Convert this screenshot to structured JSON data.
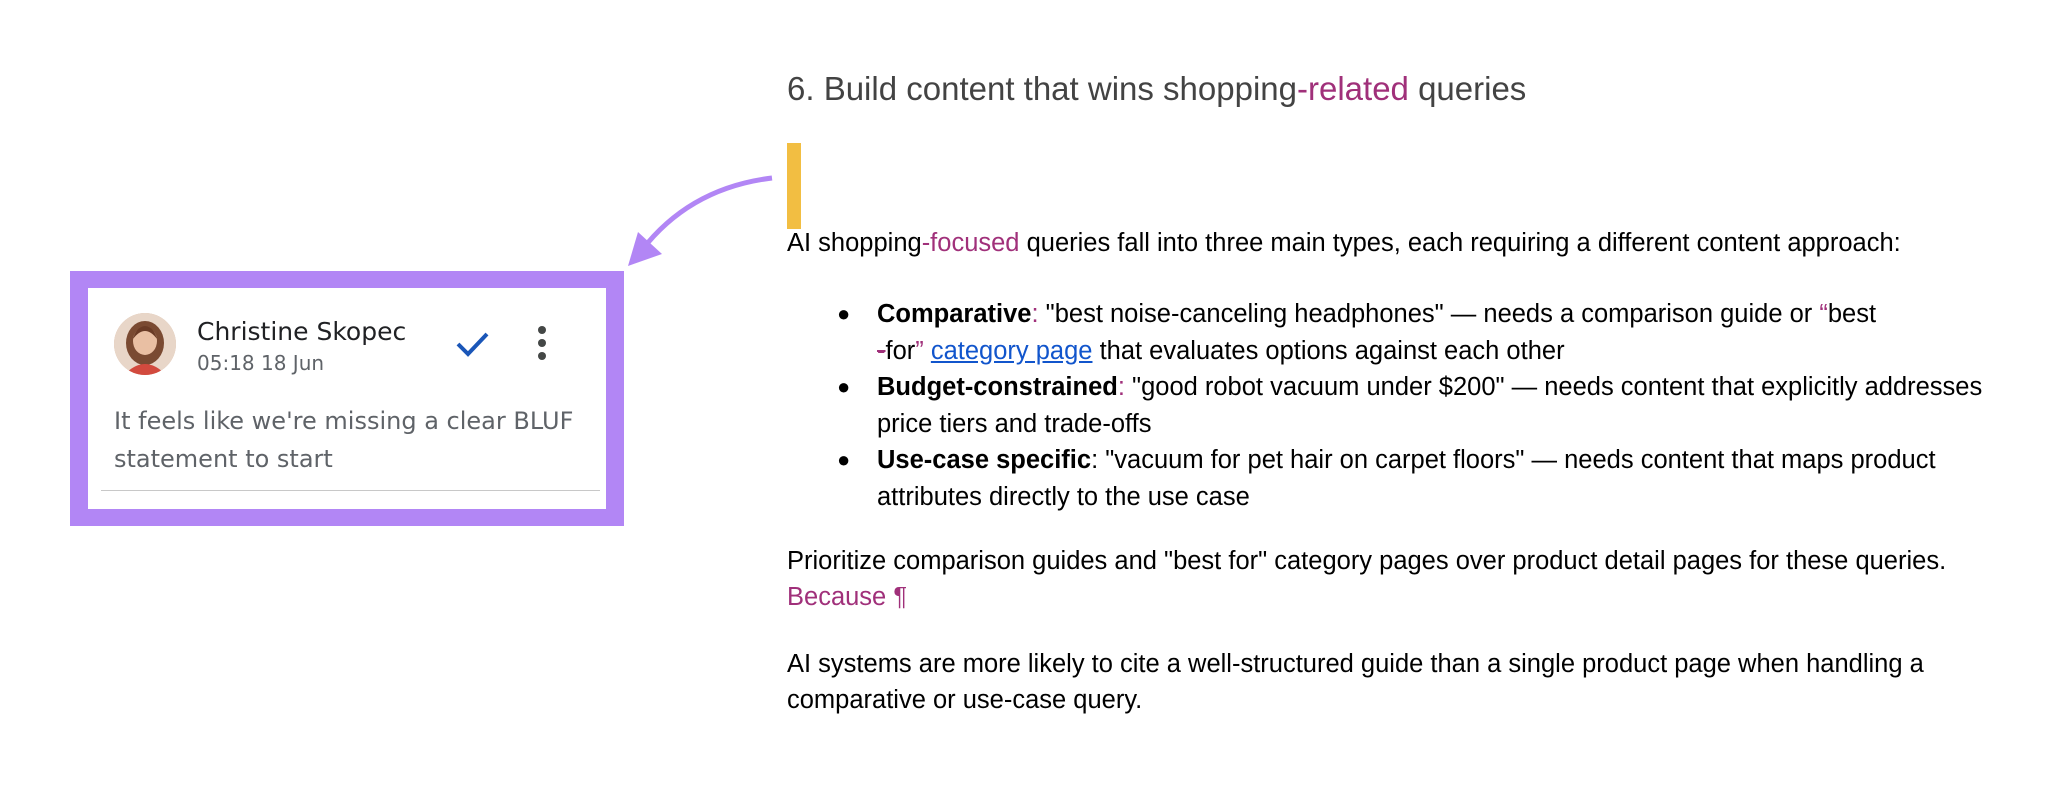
{
  "comment": {
    "author": "Christine Skopec",
    "timestamp": "05:18 18 Jun",
    "text": "It feels like we're missing a clear BLUF statement to start",
    "icons": {
      "resolve": "check-icon",
      "more": "more-vert-icon"
    },
    "colors": {
      "frame": "#b286f5",
      "resolve": "#1a56b8"
    }
  },
  "doc": {
    "heading": {
      "before": "6. Build content that wins shopping",
      "suggested": "-related",
      "after": " queries"
    },
    "intro": {
      "before": "AI shopping",
      "suggested": "-focused",
      "after": " queries fall into three main types, each requiring a different content approach:"
    },
    "bullets": [
      {
        "term": "Comparative",
        "colon": ":",
        "text": " \"best noise-canceling headphones\" — needs a comparison guide or ",
        "open_quote": "“",
        "word": "best",
        "strike": "-",
        "suffix": "for",
        "close_quote": "”",
        "link": "category page",
        "tail": " that evaluates options against each other"
      },
      {
        "term": "Budget-constrained",
        "colon": ":",
        "text": " \"good robot vacuum under $200\" — needs content that explicitly addresses price tiers and trade-offs"
      },
      {
        "term": "Use-case specific",
        "colon": ":",
        "text": " \"vacuum for pet hair on carpet floors\" — needs content that maps product attributes directly to the use case"
      }
    ],
    "para1": {
      "text": "Prioritize comparison guides and \"best for\" category pages over product detail pages for these queries. ",
      "suggested": "Because ¶"
    },
    "para2": "AI systems are more likely to cite a well-structured guide than a single product page when handling a comparative or use-case query.",
    "colors": {
      "suggestion": "#a0307a",
      "cursor": "#f2be42",
      "link": "#1155cc"
    }
  }
}
